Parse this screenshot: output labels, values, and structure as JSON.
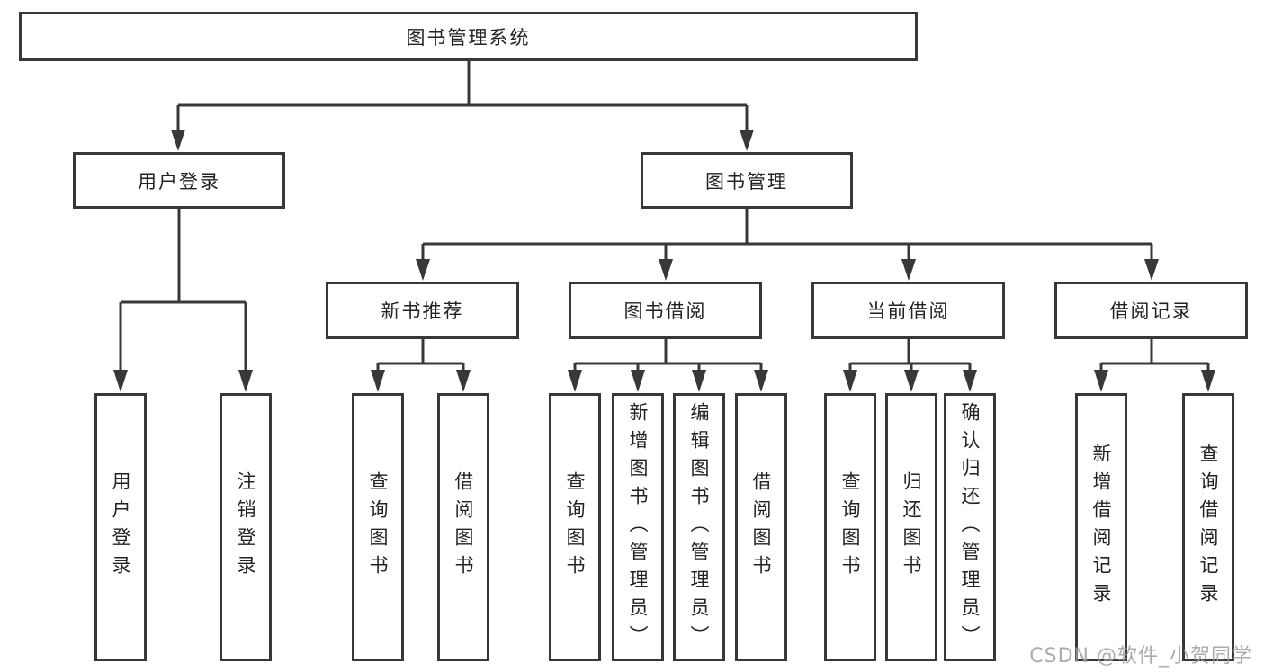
{
  "diagram": {
    "title": "图书管理系统",
    "colors": {
      "line": "#383838",
      "box_border": "#383838",
      "text": "#222222",
      "watermark": "#9e9e9e"
    },
    "branches": [
      {
        "label": "用户登录",
        "children": [
          {
            "label": "用户登录"
          },
          {
            "label": "注销登录"
          }
        ]
      },
      {
        "label": "图书管理",
        "children": [
          {
            "label": "新书推荐",
            "children": [
              {
                "label": "查询图书"
              },
              {
                "label": "借阅图书"
              }
            ]
          },
          {
            "label": "图书借阅",
            "children": [
              {
                "label": "查询图书"
              },
              {
                "label": "新增图书（管理员）"
              },
              {
                "label": "编辑图书（管理员）"
              },
              {
                "label": "借阅图书"
              }
            ]
          },
          {
            "label": "当前借阅",
            "children": [
              {
                "label": "查询图书"
              },
              {
                "label": "归还图书"
              },
              {
                "label": "确认归还（管理员）"
              }
            ]
          },
          {
            "label": "借阅记录",
            "children": [
              {
                "label": "新增借阅记录"
              },
              {
                "label": "查询借阅记录"
              }
            ]
          }
        ]
      }
    ],
    "watermark": "CSDN @软件_小贺同学"
  }
}
